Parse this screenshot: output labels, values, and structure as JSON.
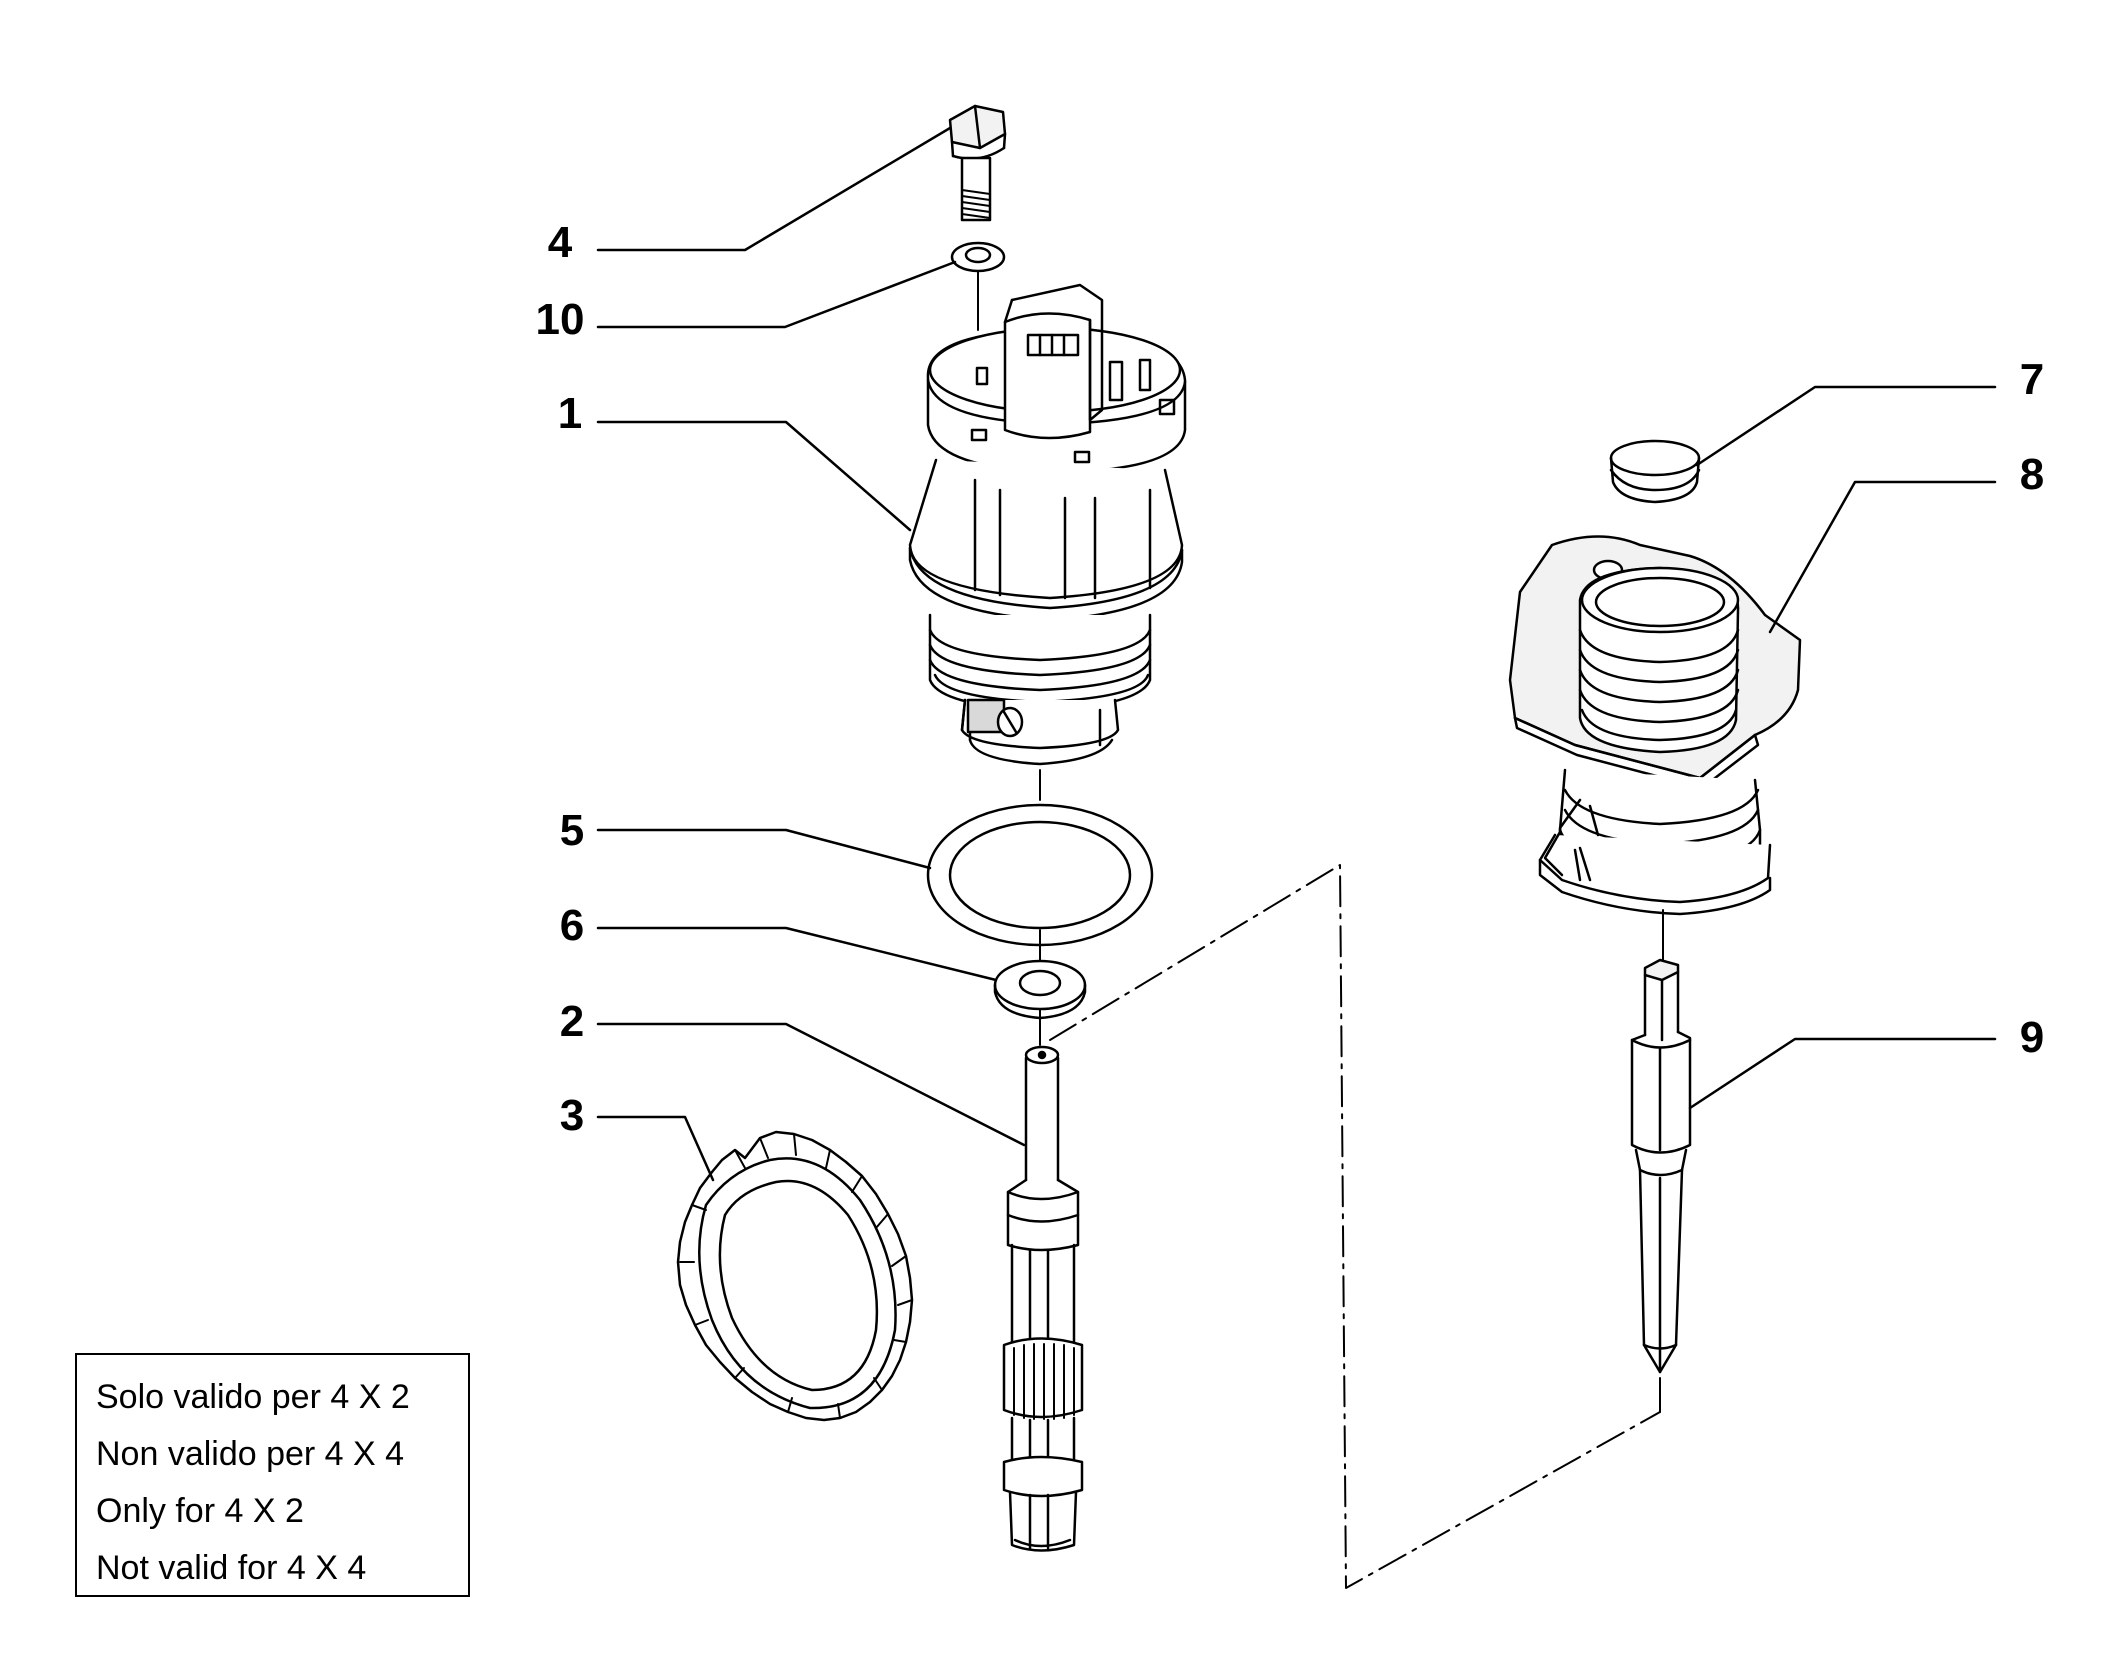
{
  "callouts": {
    "c1": "1",
    "c2": "2",
    "c3": "3",
    "c4": "4",
    "c5": "5",
    "c6": "6",
    "c7": "7",
    "c8": "8",
    "c9": "9",
    "c10": "10"
  },
  "note": {
    "lines": [
      "Solo valido per 4 X 2",
      "Non valido per 4 X 4",
      "Only for 4 X 2",
      "Not valid for 4 X 4"
    ]
  },
  "colors": {
    "line": "#000000",
    "fill_light": "#f2f2f2",
    "fill_mid": "#d9d9d9",
    "background": "#ffffff"
  }
}
